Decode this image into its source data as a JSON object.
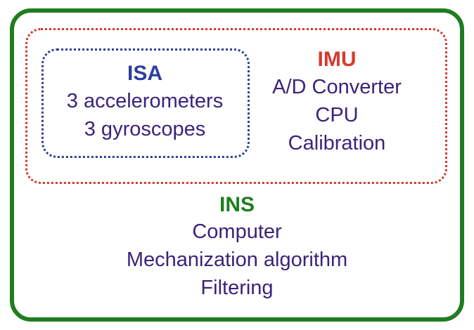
{
  "isa": {
    "title": "ISA",
    "lines": [
      "3 accelerometers",
      "3 gyroscopes"
    ]
  },
  "imu": {
    "title": "IMU",
    "lines": [
      "A/D Converter",
      "CPU",
      "Calibration"
    ]
  },
  "ins": {
    "title": "INS",
    "lines": [
      "Computer",
      "Mechanization algorithm",
      "Filtering"
    ]
  },
  "colors": {
    "ins_border": "#1f7d1f",
    "imu_border": "#d33a2c",
    "isa_border": "#2d3f9a",
    "body_text": "#3a237a"
  }
}
